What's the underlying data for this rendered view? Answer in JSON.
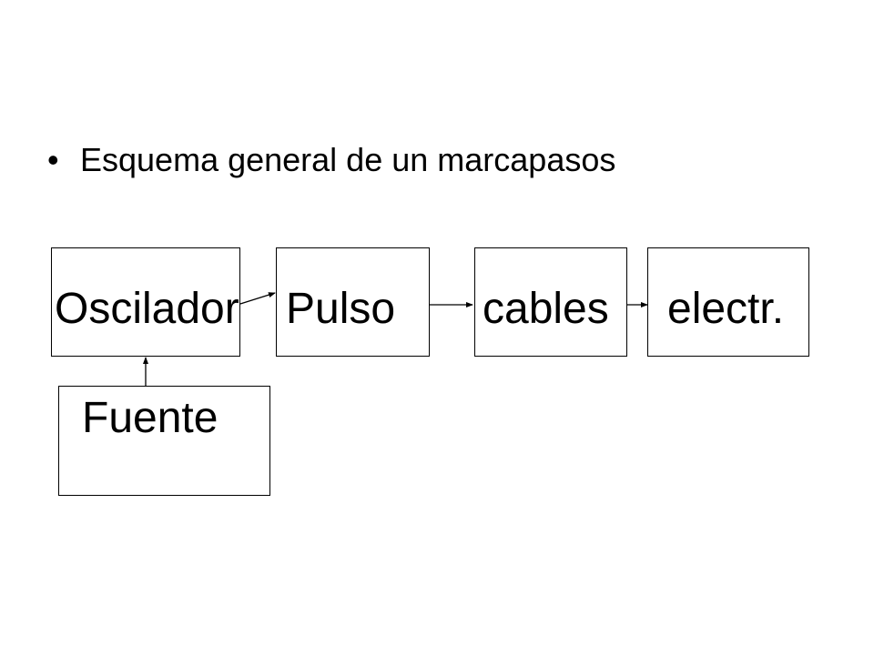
{
  "slide": {
    "bullet": {
      "symbol": "•",
      "text": "Esquema general de un marcapasos"
    }
  },
  "diagram": {
    "blocks": {
      "oscilador": "Oscilador",
      "pulso": "Pulso",
      "cables": "cables",
      "electr": "electr.",
      "fuente": "Fuente"
    },
    "connections": [
      {
        "from": "oscilador",
        "to": "pulso"
      },
      {
        "from": "pulso",
        "to": "cables"
      },
      {
        "from": "cables",
        "to": "electr"
      },
      {
        "from": "fuente",
        "to": "oscilador"
      }
    ],
    "line_color": "#000000",
    "background_color": "#ffffff"
  }
}
